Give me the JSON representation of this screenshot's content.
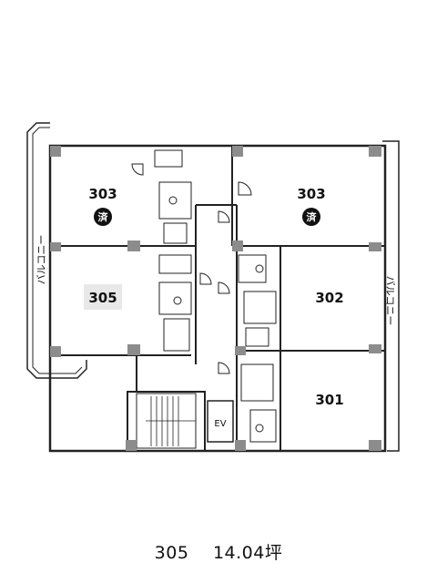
{
  "units": {
    "u303_left": {
      "label": "303",
      "badge": "済"
    },
    "u303_right": {
      "label": "303",
      "badge": "済"
    },
    "u305": {
      "label": "305"
    },
    "u302": {
      "label": "302"
    },
    "u301": {
      "label": "301"
    }
  },
  "balcony_left": "バルコニー",
  "balcony_right": "バルコニー",
  "elevator": "EV",
  "caption": {
    "room": "305",
    "area": "14.04坪"
  },
  "colors": {
    "wall": "#222222",
    "column": "#8c8c8c",
    "badge": "#111111",
    "highlight": "#e8e8e8"
  }
}
